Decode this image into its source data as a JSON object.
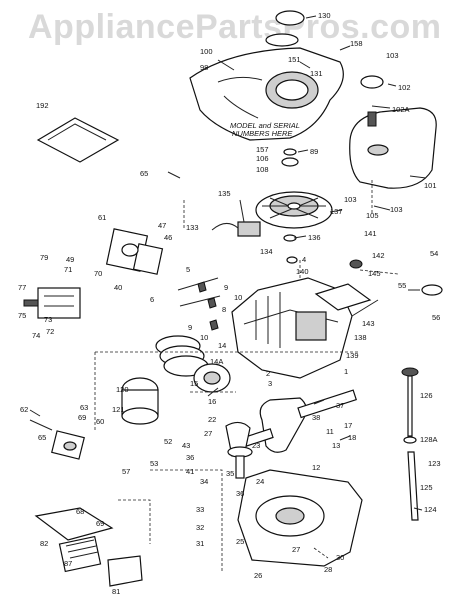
{
  "watermark": "AppliancePartsPros.com",
  "model_note": [
    "MODEL and SERIAL",
    "NUMBERS HERE"
  ],
  "labels": [
    "130",
    "100",
    "151",
    "98",
    "131",
    "158",
    "103",
    "102",
    "192",
    "102A",
    "157",
    "106",
    "89",
    "108",
    "101",
    "65",
    "135",
    "133",
    "137",
    "103",
    "105",
    "103",
    "134",
    "136",
    "4",
    "141",
    "142",
    "145",
    "54",
    "55",
    "47",
    "46",
    "61",
    "49",
    "70",
    "71",
    "79",
    "40",
    "77",
    "75",
    "73",
    "72",
    "74",
    "9",
    "10",
    "5",
    "6",
    "8",
    "9",
    "10",
    "140",
    "138",
    "143",
    "56",
    "139",
    "14",
    "14A",
    "15",
    "2",
    "1",
    "3",
    "16",
    "37",
    "38",
    "120",
    "121",
    "62",
    "63",
    "60",
    "69",
    "65",
    "22",
    "27",
    "17",
    "18",
    "11",
    "13",
    "23",
    "43",
    "52",
    "36",
    "41",
    "53",
    "57",
    "12",
    "35",
    "24",
    "34",
    "36",
    "33",
    "32",
    "31",
    "25",
    "26",
    "27",
    "28",
    "30",
    "126",
    "128A",
    "123",
    "125",
    "124",
    "68",
    "69",
    "82",
    "87",
    "81"
  ]
}
